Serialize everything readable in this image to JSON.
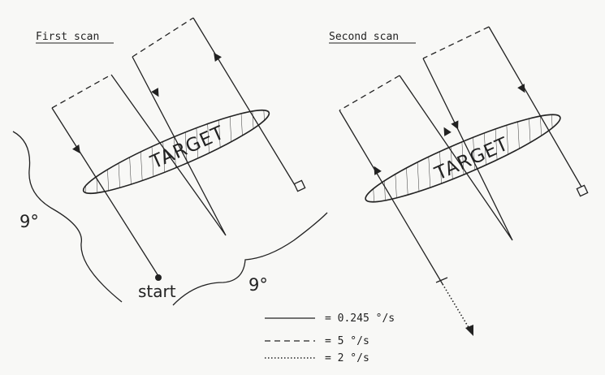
{
  "titles": {
    "first_scan": "First scan",
    "second_scan": "Second scan"
  },
  "labels": {
    "target": "TARGET",
    "start": "start",
    "angle_vertical": "9°",
    "angle_horizontal": "9°"
  },
  "legend": [
    {
      "style": "solid",
      "rate": "= 0.245 °/s"
    },
    {
      "style": "dashed",
      "rate": "= 5 °/s"
    },
    {
      "style": "dotted",
      "rate": "= 2 °/s"
    }
  ]
}
